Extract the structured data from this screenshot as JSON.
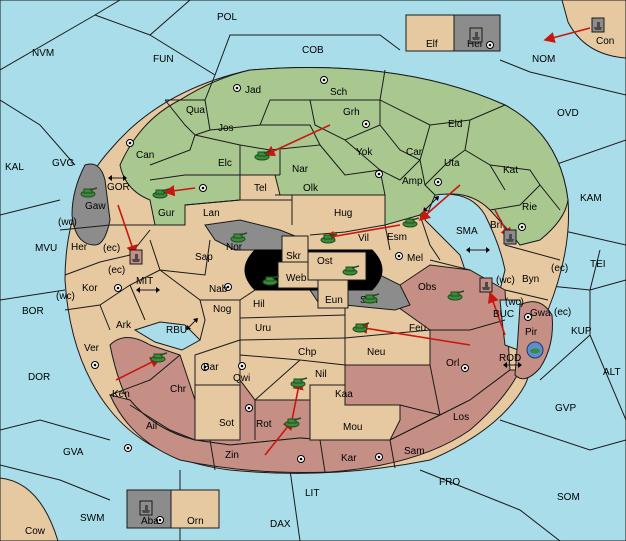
{
  "colors": {
    "sea": "#a8dde9",
    "neutral_land": "#e6c9a1",
    "green_power": "#a9c890",
    "red_power": "#c68f86",
    "impassable": "#8c8c8c",
    "order_arrow": "#c8170f",
    "army_green": "#3c8a3c"
  },
  "sea_labels": [
    {
      "key": "pol",
      "text": "POL"
    },
    {
      "key": "nvm",
      "text": "NVM"
    },
    {
      "key": "fun",
      "text": "FUN"
    },
    {
      "key": "cob",
      "text": "COB"
    },
    {
      "key": "nom",
      "text": "NOM"
    },
    {
      "key": "ovd",
      "text": "OVD"
    },
    {
      "key": "kal",
      "text": "KAL"
    },
    {
      "key": "gvg",
      "text": "GVG"
    },
    {
      "key": "kam",
      "text": "KAM"
    },
    {
      "key": "sma",
      "text": "SMA"
    },
    {
      "key": "tei",
      "text": "TEI"
    },
    {
      "key": "mvu",
      "text": "MVU"
    },
    {
      "key": "mit",
      "text": "MIT"
    },
    {
      "key": "bor",
      "text": "BOR"
    },
    {
      "key": "rbu",
      "text": "RBU"
    },
    {
      "key": "buc",
      "text": "BUC"
    },
    {
      "key": "kup",
      "text": "KUP"
    },
    {
      "key": "dor",
      "text": "DOR"
    },
    {
      "key": "rod",
      "text": "ROD"
    },
    {
      "key": "alt",
      "text": "ALT"
    },
    {
      "key": "gvp",
      "text": "GVP"
    },
    {
      "key": "gva",
      "text": "GVA"
    },
    {
      "key": "fro",
      "text": "FRO"
    },
    {
      "key": "som",
      "text": "SOM"
    },
    {
      "key": "lit",
      "text": "LIT"
    },
    {
      "key": "swm",
      "text": "SWM"
    },
    {
      "key": "dax",
      "text": "DAX"
    },
    {
      "key": "gor",
      "text": "GOR"
    }
  ],
  "land_labels": [
    {
      "key": "elf",
      "text": "Elf"
    },
    {
      "key": "hel",
      "text": "Hel"
    },
    {
      "key": "con",
      "text": "Con"
    },
    {
      "key": "jad",
      "text": "Jad"
    },
    {
      "key": "sch",
      "text": "Sch"
    },
    {
      "key": "qua",
      "text": "Qua"
    },
    {
      "key": "grh",
      "text": "Grh"
    },
    {
      "key": "jos",
      "text": "Jos"
    },
    {
      "key": "eld",
      "text": "Eld"
    },
    {
      "key": "can",
      "text": "Can"
    },
    {
      "key": "yok",
      "text": "Yok"
    },
    {
      "key": "car",
      "text": "Car"
    },
    {
      "key": "elc",
      "text": "Elc"
    },
    {
      "key": "nar",
      "text": "Nar"
    },
    {
      "key": "uta",
      "text": "Uta"
    },
    {
      "key": "kat",
      "text": "Kat"
    },
    {
      "key": "amp",
      "text": "Amp"
    },
    {
      "key": "tel",
      "text": "Tel"
    },
    {
      "key": "olk",
      "text": "Olk"
    },
    {
      "key": "gaw",
      "text": "Gaw"
    },
    {
      "key": "gur",
      "text": "Gur"
    },
    {
      "key": "lan",
      "text": "Lan"
    },
    {
      "key": "hug",
      "text": "Hug"
    },
    {
      "key": "rie",
      "text": "Rie"
    },
    {
      "key": "bri",
      "text": "Bri"
    },
    {
      "key": "esm",
      "text": "Esm"
    },
    {
      "key": "vil",
      "text": "Vil"
    },
    {
      "key": "her",
      "text": "Her"
    },
    {
      "key": "nor",
      "text": "Nor"
    },
    {
      "key": "skr",
      "text": "Skr"
    },
    {
      "key": "sap",
      "text": "Sap"
    },
    {
      "key": "ost",
      "text": "Ost"
    },
    {
      "key": "mel",
      "text": "Mel"
    },
    {
      "key": "web",
      "text": "Web"
    },
    {
      "key": "byn",
      "text": "Byn"
    },
    {
      "key": "kor",
      "text": "Kor"
    },
    {
      "key": "nab",
      "text": "Nab"
    },
    {
      "key": "obs",
      "text": "Obs"
    },
    {
      "key": "eun",
      "text": "Eun"
    },
    {
      "key": "hil",
      "text": "Hil"
    },
    {
      "key": "sun",
      "text": "Sun"
    },
    {
      "key": "gwa",
      "text": "Gwa"
    },
    {
      "key": "ark",
      "text": "Ark"
    },
    {
      "key": "nog",
      "text": "Nog"
    },
    {
      "key": "pir",
      "text": "Pir"
    },
    {
      "key": "uru",
      "text": "Uru"
    },
    {
      "key": "feu",
      "text": "Feu"
    },
    {
      "key": "ver",
      "text": "Ver"
    },
    {
      "key": "chp",
      "text": "Chp"
    },
    {
      "key": "neu",
      "text": "Neu"
    },
    {
      "key": "bar",
      "text": "Bar"
    },
    {
      "key": "orl",
      "text": "Orl"
    },
    {
      "key": "qwi",
      "text": "Qwi"
    },
    {
      "key": "nil",
      "text": "Nil"
    },
    {
      "key": "ken",
      "text": "Ken"
    },
    {
      "key": "chr",
      "text": "Chr"
    },
    {
      "key": "kaa",
      "text": "Kaa"
    },
    {
      "key": "rot",
      "text": "Rot"
    },
    {
      "key": "ail",
      "text": "Ail"
    },
    {
      "key": "sot",
      "text": "Sot"
    },
    {
      "key": "mou",
      "text": "Mou"
    },
    {
      "key": "los",
      "text": "Los"
    },
    {
      "key": "zin",
      "text": "Zin"
    },
    {
      "key": "sam",
      "text": "Sam"
    },
    {
      "key": "kar",
      "text": "Kar"
    },
    {
      "key": "aba",
      "text": "Aba"
    },
    {
      "key": "orn",
      "text": "Orn"
    },
    {
      "key": "cow",
      "text": "Cow"
    }
  ],
  "coast_labels": [
    {
      "key": "wc1",
      "text": "(wc)"
    },
    {
      "key": "ec1",
      "text": "(ec)"
    },
    {
      "key": "ec2",
      "text": "(ec)"
    },
    {
      "key": "wc2",
      "text": "(wc)"
    },
    {
      "key": "wc3",
      "text": "(wc)"
    },
    {
      "key": "ec3",
      "text": "(ec)"
    },
    {
      "key": "wc4",
      "text": "(wc)"
    },
    {
      "key": "ec4",
      "text": "(ec)"
    }
  ],
  "units": [
    {
      "type": "army",
      "owner": "green",
      "at": "Elc"
    },
    {
      "type": "army",
      "owner": "green",
      "at": "Gur"
    },
    {
      "type": "army",
      "owner": "green",
      "at": "Gaw"
    },
    {
      "type": "army",
      "owner": "green",
      "at": "Esm"
    },
    {
      "type": "army",
      "owner": "green",
      "at": "Vil"
    },
    {
      "type": "army",
      "owner": "green",
      "at": "Ost"
    },
    {
      "type": "army",
      "owner": "green",
      "at": "Nor"
    },
    {
      "type": "army",
      "owner": "green",
      "at": "Web"
    },
    {
      "type": "army",
      "owner": "green",
      "at": "Sun"
    },
    {
      "type": "army",
      "owner": "green",
      "at": "Obs"
    },
    {
      "type": "army",
      "owner": "green",
      "at": "Feu"
    },
    {
      "type": "army",
      "owner": "green",
      "at": "Ken"
    },
    {
      "type": "army",
      "owner": "green",
      "at": "Nil"
    },
    {
      "type": "army",
      "owner": "green",
      "at": "Rot"
    },
    {
      "type": "fleet",
      "owner": "green",
      "at": "Bri"
    },
    {
      "type": "fleet",
      "owner": "green",
      "at": "Con"
    },
    {
      "type": "fleet",
      "owner": "green",
      "at": "Hel"
    },
    {
      "type": "fleet",
      "owner": "green",
      "at": "Aba"
    },
    {
      "type": "fleet",
      "owner": "red",
      "at": "Her"
    },
    {
      "type": "fleet",
      "owner": "red",
      "at": "BUC"
    },
    {
      "type": "fleet",
      "owner": "blue",
      "at": "Pir"
    }
  ]
}
